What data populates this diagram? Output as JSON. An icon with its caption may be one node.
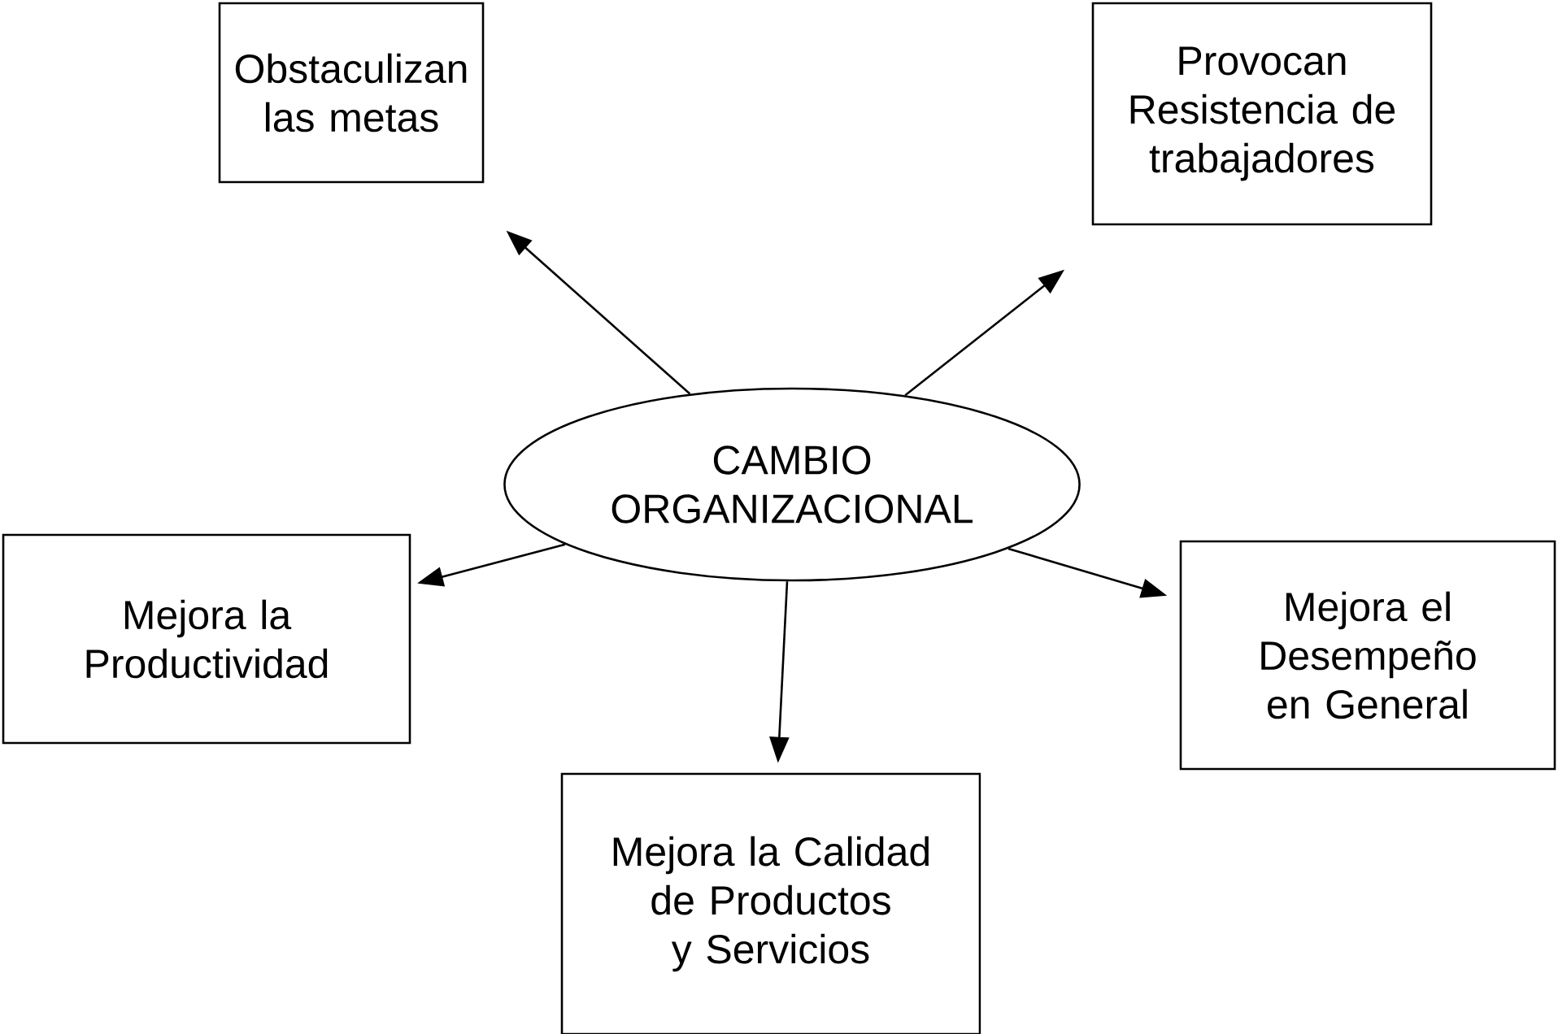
{
  "diagram": {
    "nodes": [
      {
        "text": [
          "CAMBIO ORGANIZACIONAL"
        ]
      },
      {
        "text": [
          "Obstaculizan las metas"
        ]
      },
      {
        "text": [
          "Provocan Resistencia de trabajadores"
        ]
      },
      {
        "text": [
          "Mejora la Productividad"
        ]
      },
      {
        "text": [
          "Mejora la Calidad de Productos y Servicios"
        ]
      },
      {
        "text": [
          "Mejora el Desempeño en General"
        ]
      }
    ],
    "edges": [
      {
        "from": 0,
        "to": 1,
        "arrow": "to"
      },
      {
        "from": 0,
        "to": 2,
        "arrow": "to"
      },
      {
        "from": 0,
        "to": 3,
        "arrow": "to"
      },
      {
        "from": 0,
        "to": 4,
        "arrow": "to"
      },
      {
        "from": 0,
        "to": 5,
        "arrow": "to"
      }
    ]
  }
}
